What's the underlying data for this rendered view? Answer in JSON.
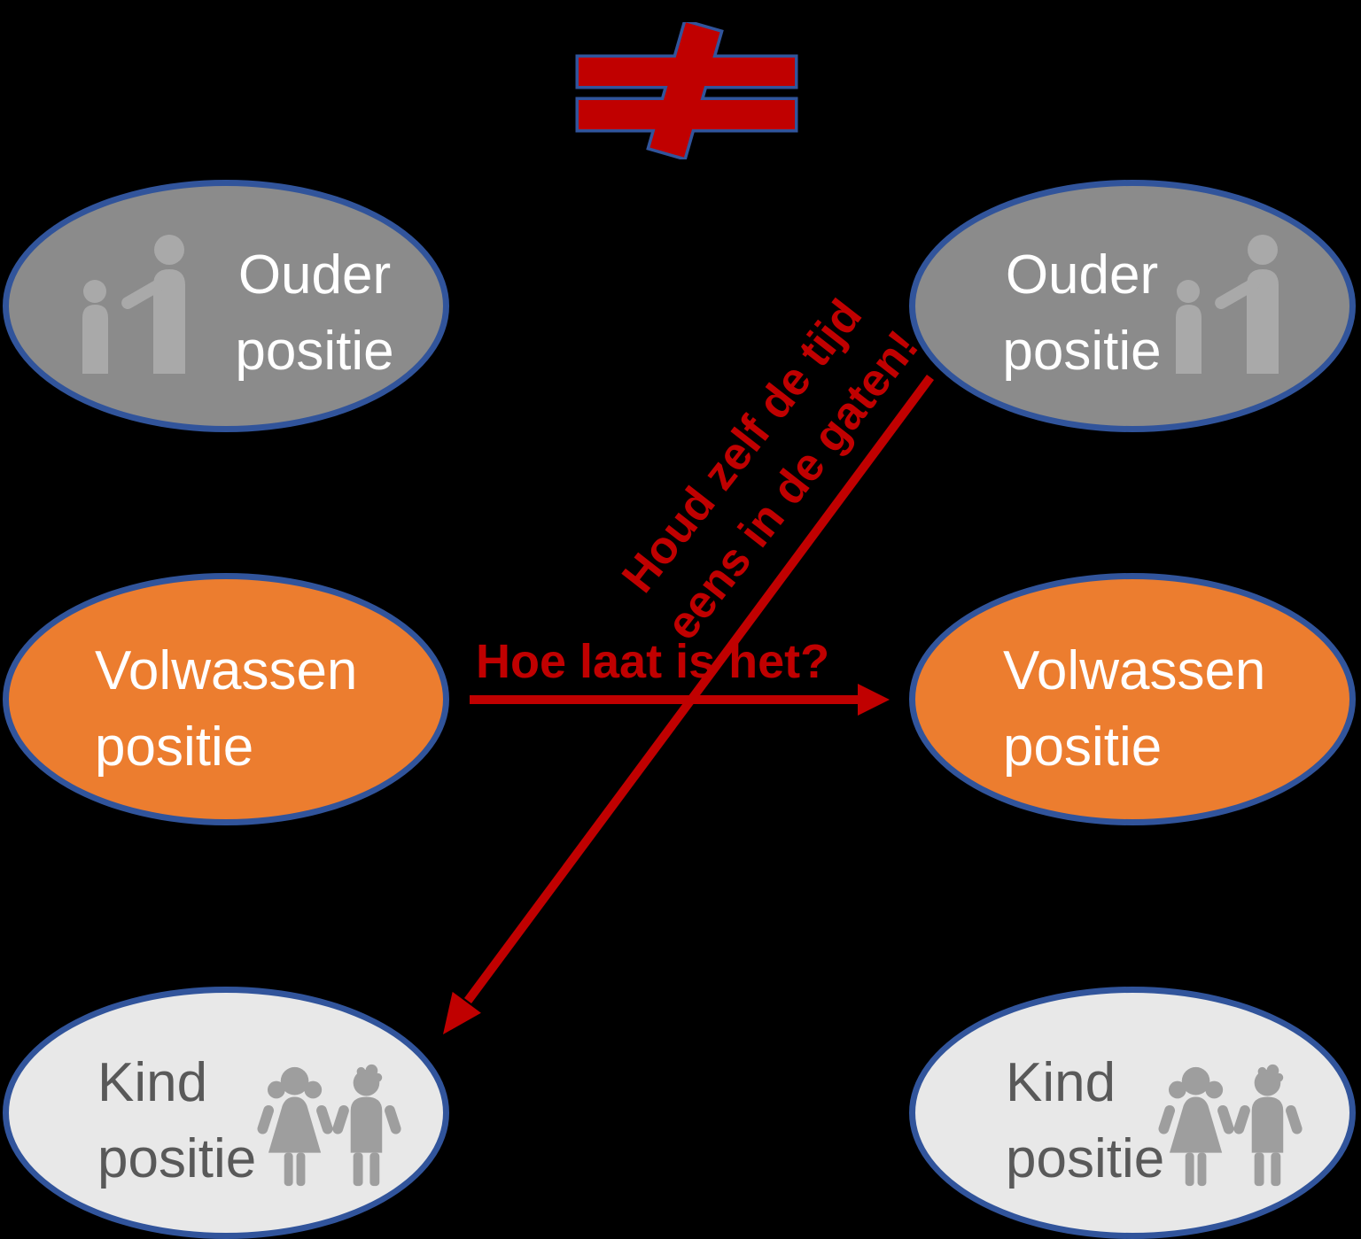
{
  "diagram": {
    "not_equal_symbol": "≠",
    "ellipses": {
      "top_left": {
        "line1": "Ouder",
        "line2": "positie",
        "icon": "parent-child-icon"
      },
      "top_right": {
        "line1": "Ouder",
        "line2": "positie",
        "icon": "parent-child-icon"
      },
      "mid_left": {
        "line1": "Volwassen",
        "line2": "positie"
      },
      "mid_right": {
        "line1": "Volwassen",
        "line2": "positie"
      },
      "bottom_left": {
        "line1": "Kind",
        "line2": "positie",
        "icon": "children-icon"
      },
      "bottom_right": {
        "line1": "Kind",
        "line2": "positie",
        "icon": "children-icon"
      }
    },
    "arrows": {
      "horizontal": {
        "label": "Hoe laat is het?",
        "direction": "left-to-right"
      },
      "diagonal": {
        "label_line1": "Houd zelf de tijd",
        "label_line2": "eens in de gaten!",
        "direction": "top-right-to-bottom-left"
      }
    },
    "colors": {
      "background": "#000000",
      "red": "#C00000",
      "border_blue": "#31549B",
      "ouder_gray": "#8B8B8B",
      "volwassen_orange": "#EC7D2F",
      "kind_light_gray": "#E8E8E8",
      "kind_text_gray": "#595959",
      "icon_gray_on_dark": "#A9A9A9",
      "icon_gray_on_light": "#9E9E9E",
      "label_white": "#FFFFFF"
    }
  }
}
